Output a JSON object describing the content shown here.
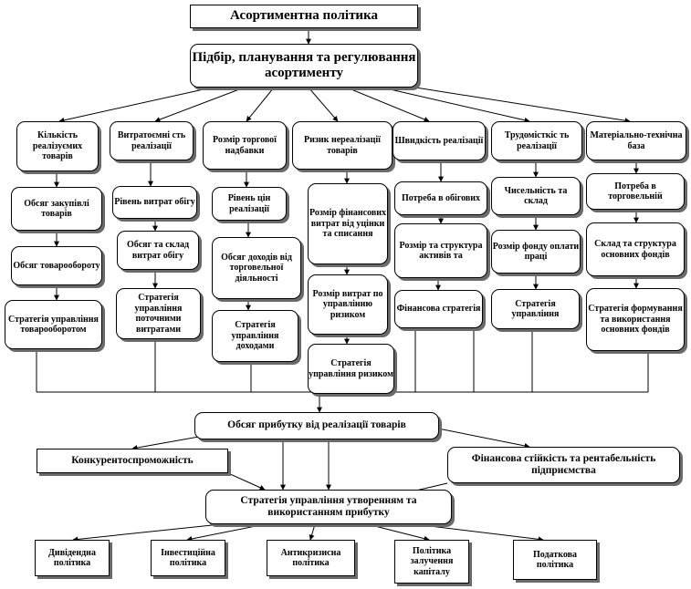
{
  "nodes": {
    "root": "Асортиментна політика",
    "main": "Підбір, планування та регулювання асортименту",
    "c1": "Кількість реалізуємих товарів",
    "c2": "Витратоємні сть реалізації",
    "c3": "Розмір торгової надбавки",
    "c4": "Ризик нереалізації товарів",
    "c5": "Швидкість реалізації",
    "c6": "Трудомісткіс ть реалізації",
    "c7": "Матеріально-технічна база",
    "c1_1": "Обсяг закупівлі товарів",
    "c1_2": "Обсяг товарообороту",
    "c1_3": "Стратегія управління товарооборотом",
    "c2_1": "Рівень витрат обігу",
    "c2_2": "Обсяг та склад витрат обігу",
    "c2_3": "Стратегія управління поточними витратами",
    "c3_1": "Рівень цін реалізації",
    "c3_2": "Обсяг доходів від торговельної діяльності",
    "c3_3": "Стратегія управління доходами",
    "c4_1": "Розмір фінансових витрат від уцінки та списання",
    "c4_2": "Розмір витрат по управлінню ризиком",
    "c4_3": "Стратегія управління ризиком",
    "c5_1": "Потреба в обігових",
    "c5_2": "Розмір та структура активів та",
    "c5_3": "Фінансова стратегія",
    "c6_1": "Чисельність та склад",
    "c6_2": "Розмір фонду оплати праці",
    "c6_3": "Стратегія управління",
    "c7_1": "Потреба в торговельній",
    "c7_2": "Склад та структура основних фондів",
    "c7_3": "Стратегія формування та використання основних фондів",
    "profit": "Обсяг прибутку від реалізації товарів",
    "comp": "Конкурентоспроможність",
    "fin": "Фінансова стійкість та рентабельність підприємства",
    "strat": "Стратегія управління утворенням та використанням прибутку",
    "b1": "Дивідендна політика",
    "b2": "Інвестиційна політика",
    "b3": "Антикризисна політика",
    "b4": "Політика залучення капіталу",
    "b5": "Податкова політика"
  }
}
